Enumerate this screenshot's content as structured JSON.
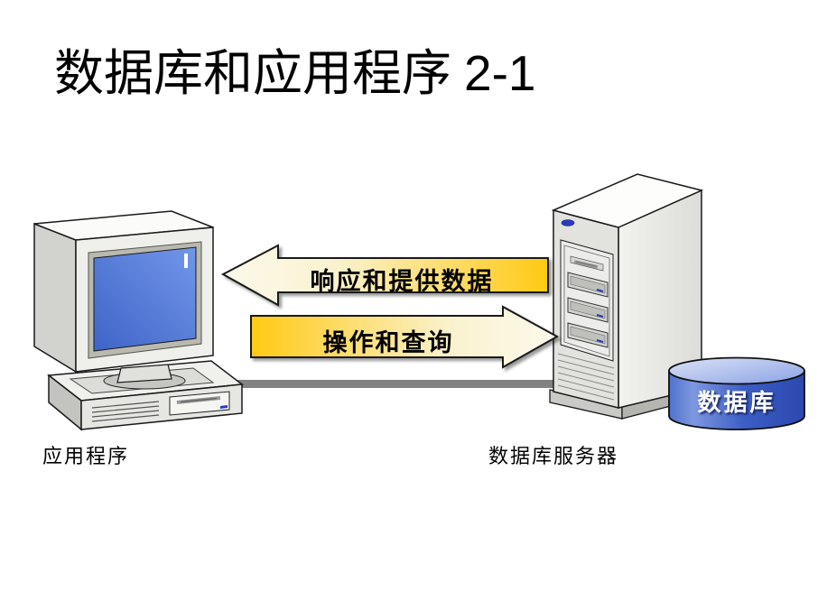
{
  "slide": {
    "title_zh": "数据库和应用程序",
    "title_suffix": "2-1"
  },
  "arrows": {
    "response": {
      "label": "响应和提供数据",
      "direction": "left"
    },
    "request": {
      "label": "操作和查询",
      "direction": "right"
    }
  },
  "nodes": {
    "application": {
      "label": "应用程序",
      "icon": "desktop-computer"
    },
    "server": {
      "label": "数据库服务器",
      "icon": "server-tower"
    },
    "database": {
      "label": "数据库",
      "icon": "database-cylinder"
    }
  },
  "colors": {
    "arrow_gold": "#FFC913",
    "arrow_cream": "#FCF9EC",
    "connector_gray": "#828282",
    "cylinder_body_blue": "#3C5EC6",
    "cylinder_top_blue": "#AEC0EC",
    "screen_blue": "#4A72D4",
    "led_blue": "#2A3BBB",
    "background": "#FFFFFF",
    "text": "#000000"
  }
}
